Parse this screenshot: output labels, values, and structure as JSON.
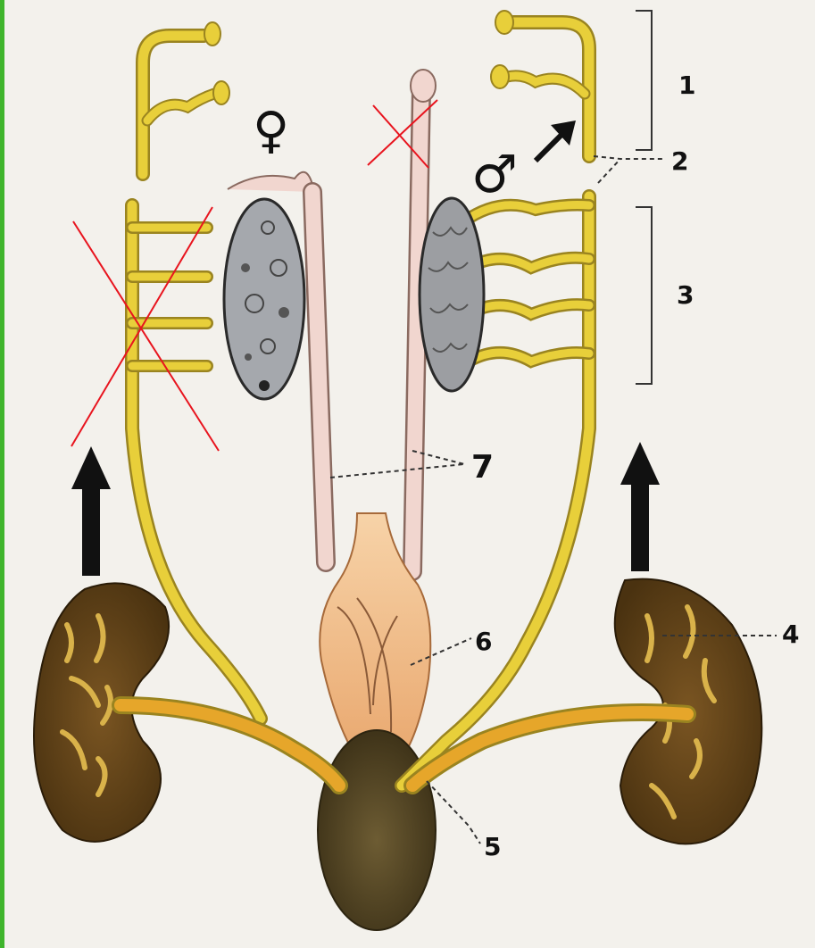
{
  "diagram": {
    "symbols": {
      "female": "♀",
      "male": "♂"
    },
    "labels": [
      {
        "id": "1",
        "text": "1"
      },
      {
        "id": "2",
        "text": "2"
      },
      {
        "id": "3",
        "text": "3"
      },
      {
        "id": "4",
        "text": "4"
      },
      {
        "id": "5",
        "text": "5"
      },
      {
        "id": "6",
        "text": "6"
      },
      {
        "id": "7",
        "text": "7"
      }
    ],
    "colors": {
      "duct_yellow": "#e8cf3a",
      "duct_outline": "#9a8420",
      "kidney_brown": "#6b4a1c",
      "kidney_dark": "#3e2a0e",
      "mullerian_pink": "#f1d6cf",
      "ovary_gray": "#a5a8ad",
      "testis_gray": "#9c9ea2",
      "urogenital_orange": "#f0b88a",
      "bladder_olive": "#5a4a28",
      "strike_red": "#e8141e",
      "arrow_black": "#111111",
      "page_bg": "#f3f1ec"
    },
    "strikethroughs": [
      "female-mesonephric-tubules",
      "male-mullerian-duct-tip"
    ]
  }
}
